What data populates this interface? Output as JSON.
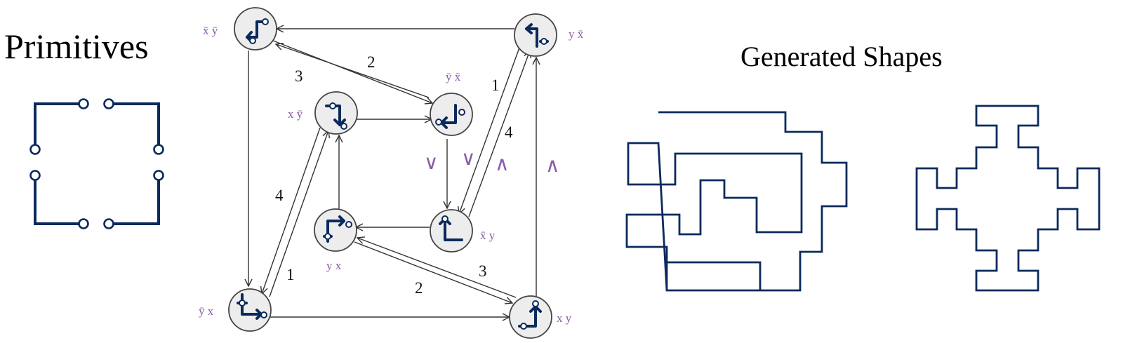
{
  "primitives": {
    "title": "Primitives"
  },
  "generated": {
    "title": "Generated Shapes"
  },
  "diagram": {
    "nodes": {
      "xbar_ybar": "x̄ ȳ",
      "y_xbar": "y x̄",
      "ybar_xbar": "ȳ x̄",
      "x_ybar": "x ȳ",
      "y_x": "y x",
      "xbar_y": "x̄ y",
      "ybar_x": "ȳ x",
      "x_y": "x y"
    },
    "edge_labels": {
      "e_tr_1": "1",
      "e_tr_4": "4",
      "e_tl_2": "2",
      "e_tl_3": "3",
      "e_bl_4": "4",
      "e_bl_1": "1",
      "e_br_3": "3",
      "e_br_2": "2"
    },
    "operators": {
      "op_or_1": "∨",
      "op_or_2": "∨",
      "op_and_1": "∧",
      "op_and_2": "∧"
    }
  }
}
